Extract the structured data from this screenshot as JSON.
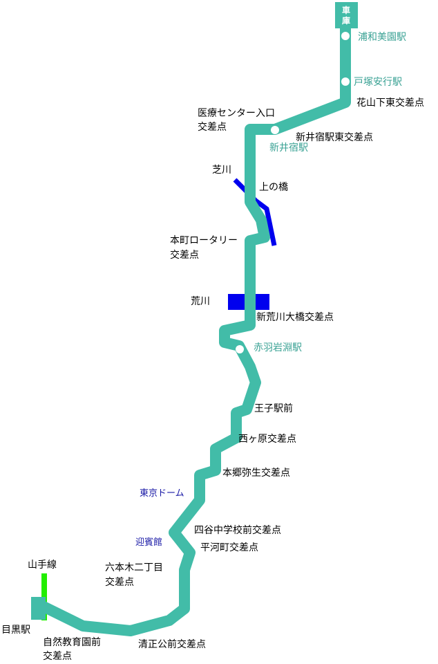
{
  "colors": {
    "route": "#42bca8",
    "station_label": "#3aa294",
    "river": "#0000ee",
    "landmark_label": "#1a1aa6",
    "yamanote": "#22ee00",
    "label": "#000000"
  },
  "depot": {
    "line1": "車",
    "line2": "庫"
  },
  "stations": {
    "urawa_misono": "浦和美園駅",
    "totsuka_angyo": "戸塚安行駅",
    "shin_ijuku": "新井宿駅",
    "akabane_iwabuchi": "赤羽岩淵駅",
    "meguro": "目黒駅"
  },
  "stops": {
    "hanayamashita": "花山下東交差点",
    "iryo_center_1": "医療センター入口",
    "iryo_center_2": "交差点",
    "shin_ijuku_east": "新井宿駅東交差点",
    "kaminohashi": "上の橋",
    "honcho_1": "本町ロータリー",
    "honcho_2": "交差点",
    "shin_arakawa": "新荒川大橋交差点",
    "oji": "王子駅前",
    "nishigahara": "西ヶ原交差点",
    "hongo": "本郷弥生交差点",
    "yotsuya": "四谷中学校前交差点",
    "hirakawa": "平河町交差点",
    "roppongi_1": "六本木二丁目",
    "roppongi_2": "交差点",
    "shizen_1": "自然教育園前",
    "shizen_2": "交差点",
    "seisho": "清正公前交差点"
  },
  "rivers": {
    "shibakawa": "芝川",
    "arakawa": "荒川"
  },
  "landmarks": {
    "tokyo_dome": "東京ドーム",
    "geihinkan": "迎賓館"
  },
  "lines": {
    "yamanote": "山手線"
  }
}
